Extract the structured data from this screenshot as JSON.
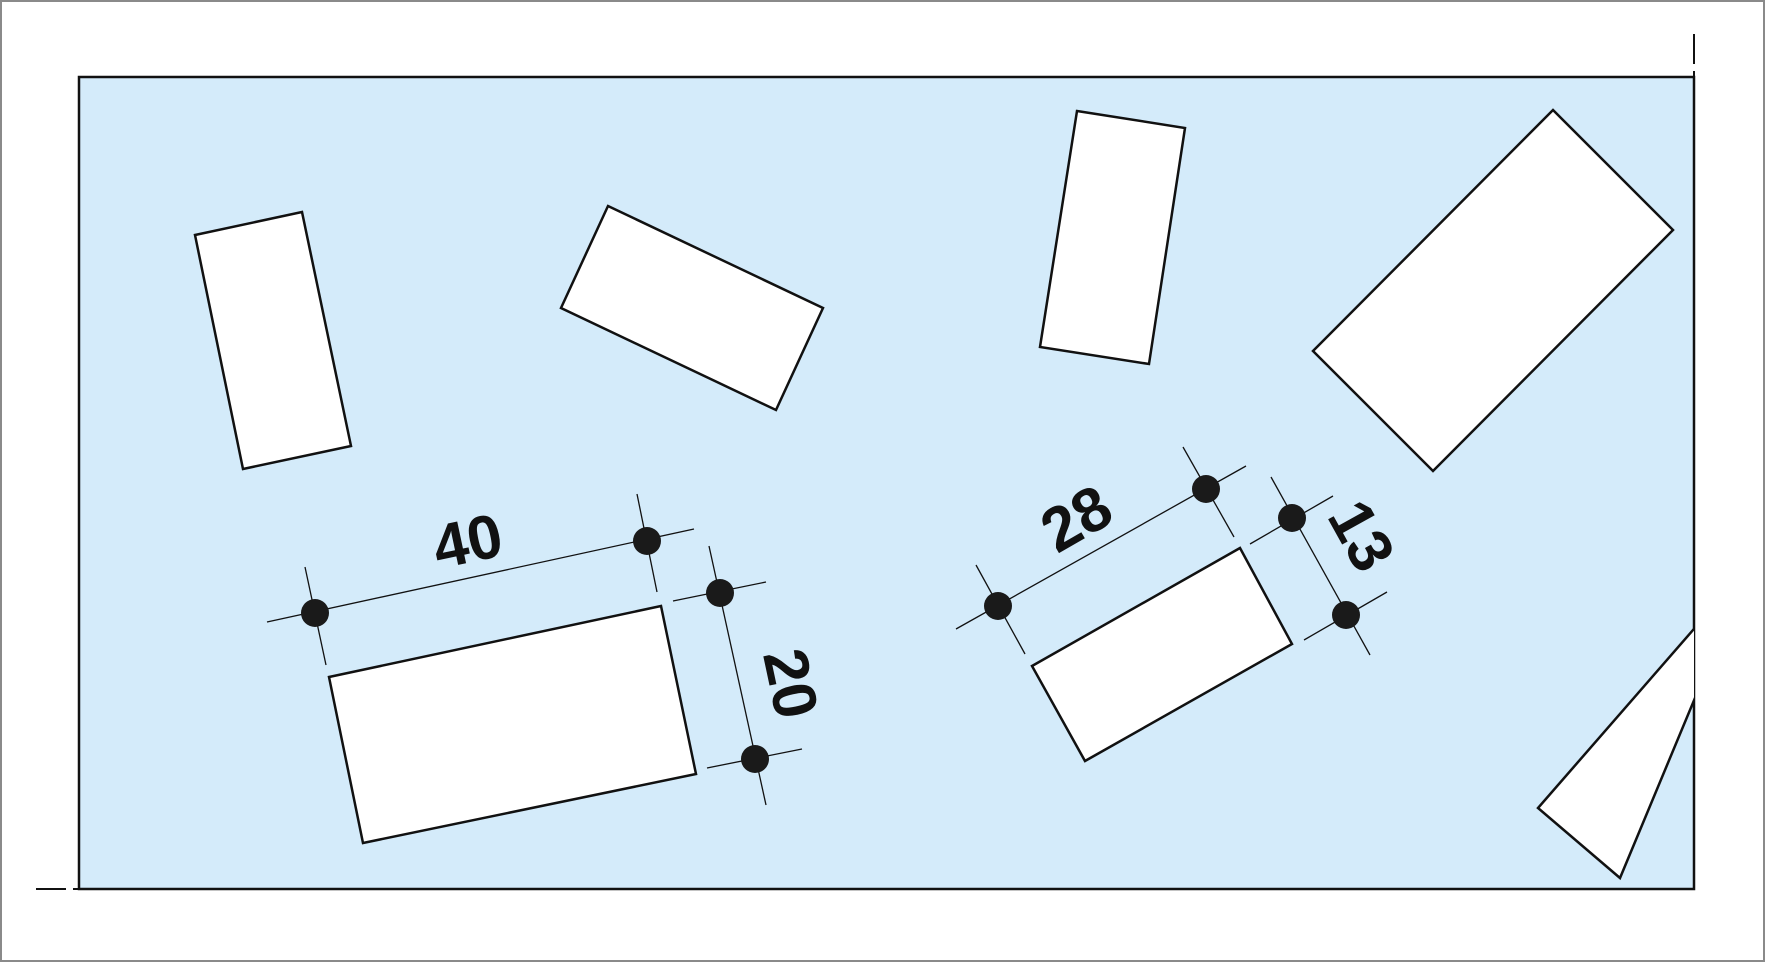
{
  "colors": {
    "panel_fill": "#d4ebfa",
    "panel_stroke": "#111111",
    "rect_fill": "#ffffff",
    "rect_stroke": "#111111",
    "dim_line": "#111111",
    "dot": "#1a1a1a",
    "frame": "#8a8a8a"
  },
  "dimensions": {
    "large_length": "40",
    "large_width": "20",
    "small_length": "28",
    "small_width": "13"
  }
}
